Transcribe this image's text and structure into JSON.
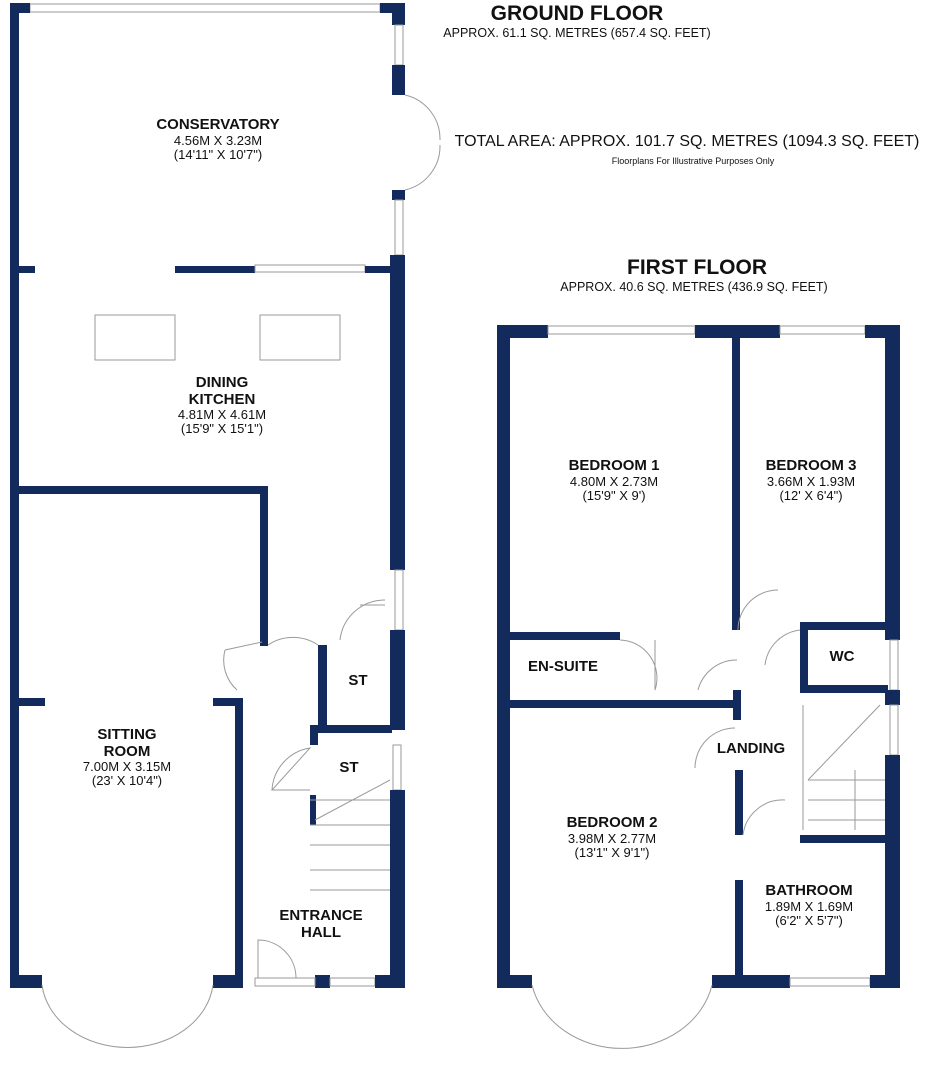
{
  "ground_floor": {
    "title": "GROUND FLOOR",
    "area": "APPROX. 61.1 SQ. METRES (657.4 SQ. FEET)",
    "rooms": [
      {
        "name": "CONSERVATORY",
        "metric": "4.56M X 3.23M",
        "imperial": "(14'11\" X 10'7\")"
      },
      {
        "name": "DINING",
        "name2": "KITCHEN",
        "metric": "4.81M X 4.61M",
        "imperial": "(15'9\" X 15'1\")"
      },
      {
        "name": "SITTING",
        "name2": "ROOM",
        "metric": "7.00M X 3.15M",
        "imperial": "(23' X 10'4\")"
      },
      {
        "name": "ST"
      },
      {
        "name": "ST"
      },
      {
        "name": "ENTRANCE",
        "name2": "HALL"
      }
    ]
  },
  "total": {
    "area": "TOTAL AREA: APPROX. 101.7 SQ. METRES (1094.3 SQ. FEET)",
    "disclaimer": "Floorplans For Illustrative Purposes Only"
  },
  "first_floor": {
    "title": "FIRST FLOOR",
    "area": "APPROX. 40.6 SQ. METRES (436.9 SQ. FEET)",
    "rooms": [
      {
        "name": "BEDROOM 1",
        "metric": "4.80M X 2.73M",
        "imperial": "(15'9\" X 9')"
      },
      {
        "name": "BEDROOM 3",
        "metric": "3.66M X 1.93M",
        "imperial": "(12' X 6'4\")"
      },
      {
        "name": "EN-SUITE"
      },
      {
        "name": "WC"
      },
      {
        "name": "LANDING"
      },
      {
        "name": "BEDROOM 2",
        "metric": "3.98M X 2.77M",
        "imperial": "(13'1\" X 9'1\")"
      },
      {
        "name": "BATHROOM",
        "metric": "1.89M X 1.69M",
        "imperial": "(6'2\" X 5'7\")"
      }
    ]
  },
  "colors": {
    "wall": "#132a5c"
  }
}
